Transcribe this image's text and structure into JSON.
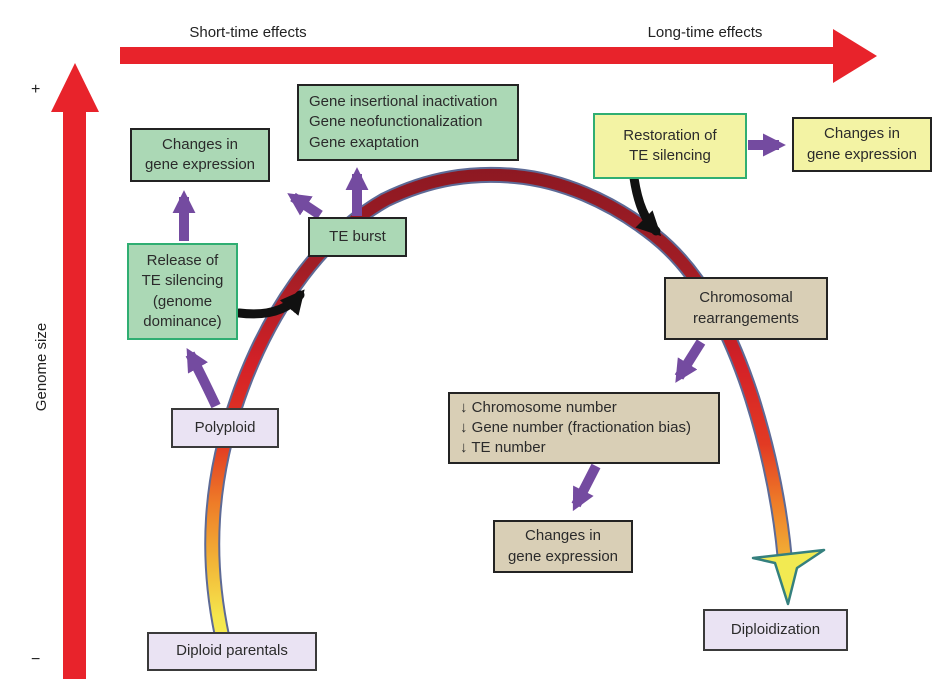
{
  "timeline": {
    "short_label": "Short-time effects",
    "long_label": "Long-time effects"
  },
  "y_axis": {
    "label": "Genome size",
    "plus": "+",
    "minus": "−"
  },
  "boxes": {
    "changes_top_left": {
      "label": "Changes in\ngene expression"
    },
    "gene_effects": {
      "label": "Gene insertional inactivation\nGene neofunctionalization\nGene exaptation"
    },
    "te_burst": {
      "label": "TE burst"
    },
    "release": {
      "label": "Release of\nTE silencing\n(genome\ndominance)"
    },
    "restoration": {
      "label": "Restoration of\nTE silencing"
    },
    "changes_top_right": {
      "label": "Changes in\ngene expression"
    },
    "chromosomal": {
      "label": "Chromosomal\nrearrangements"
    },
    "decreases": {
      "label": "↓ Chromosome number\n↓ Gene number (fractionation bias)\n↓ TE number"
    },
    "changes_bottom": {
      "label": "Changes in\ngene expression"
    },
    "polyploid": {
      "label": "Polyploid"
    },
    "diploid_parentals": {
      "label": "Diploid parentals"
    },
    "diploidization": {
      "label": "Diploidization"
    }
  },
  "colors": {
    "axis_red": "#e8232b",
    "purple_arrow": "#744ba0",
    "black_arrow": "#111111",
    "green_fill": "#abd8b5",
    "green_border": "#2fae72",
    "yellow_fill": "#f3f3a4",
    "tan_fill": "#d9cfb6",
    "lavender_fill": "#eae3f3",
    "arc_dark_red": "#8c1822",
    "arc_red": "#d42127",
    "arc_orange": "#ee7c28",
    "arc_yellow": "#f6ef55",
    "arc_outline": "#5d6a96",
    "arc_head_outline": "#35807e"
  }
}
